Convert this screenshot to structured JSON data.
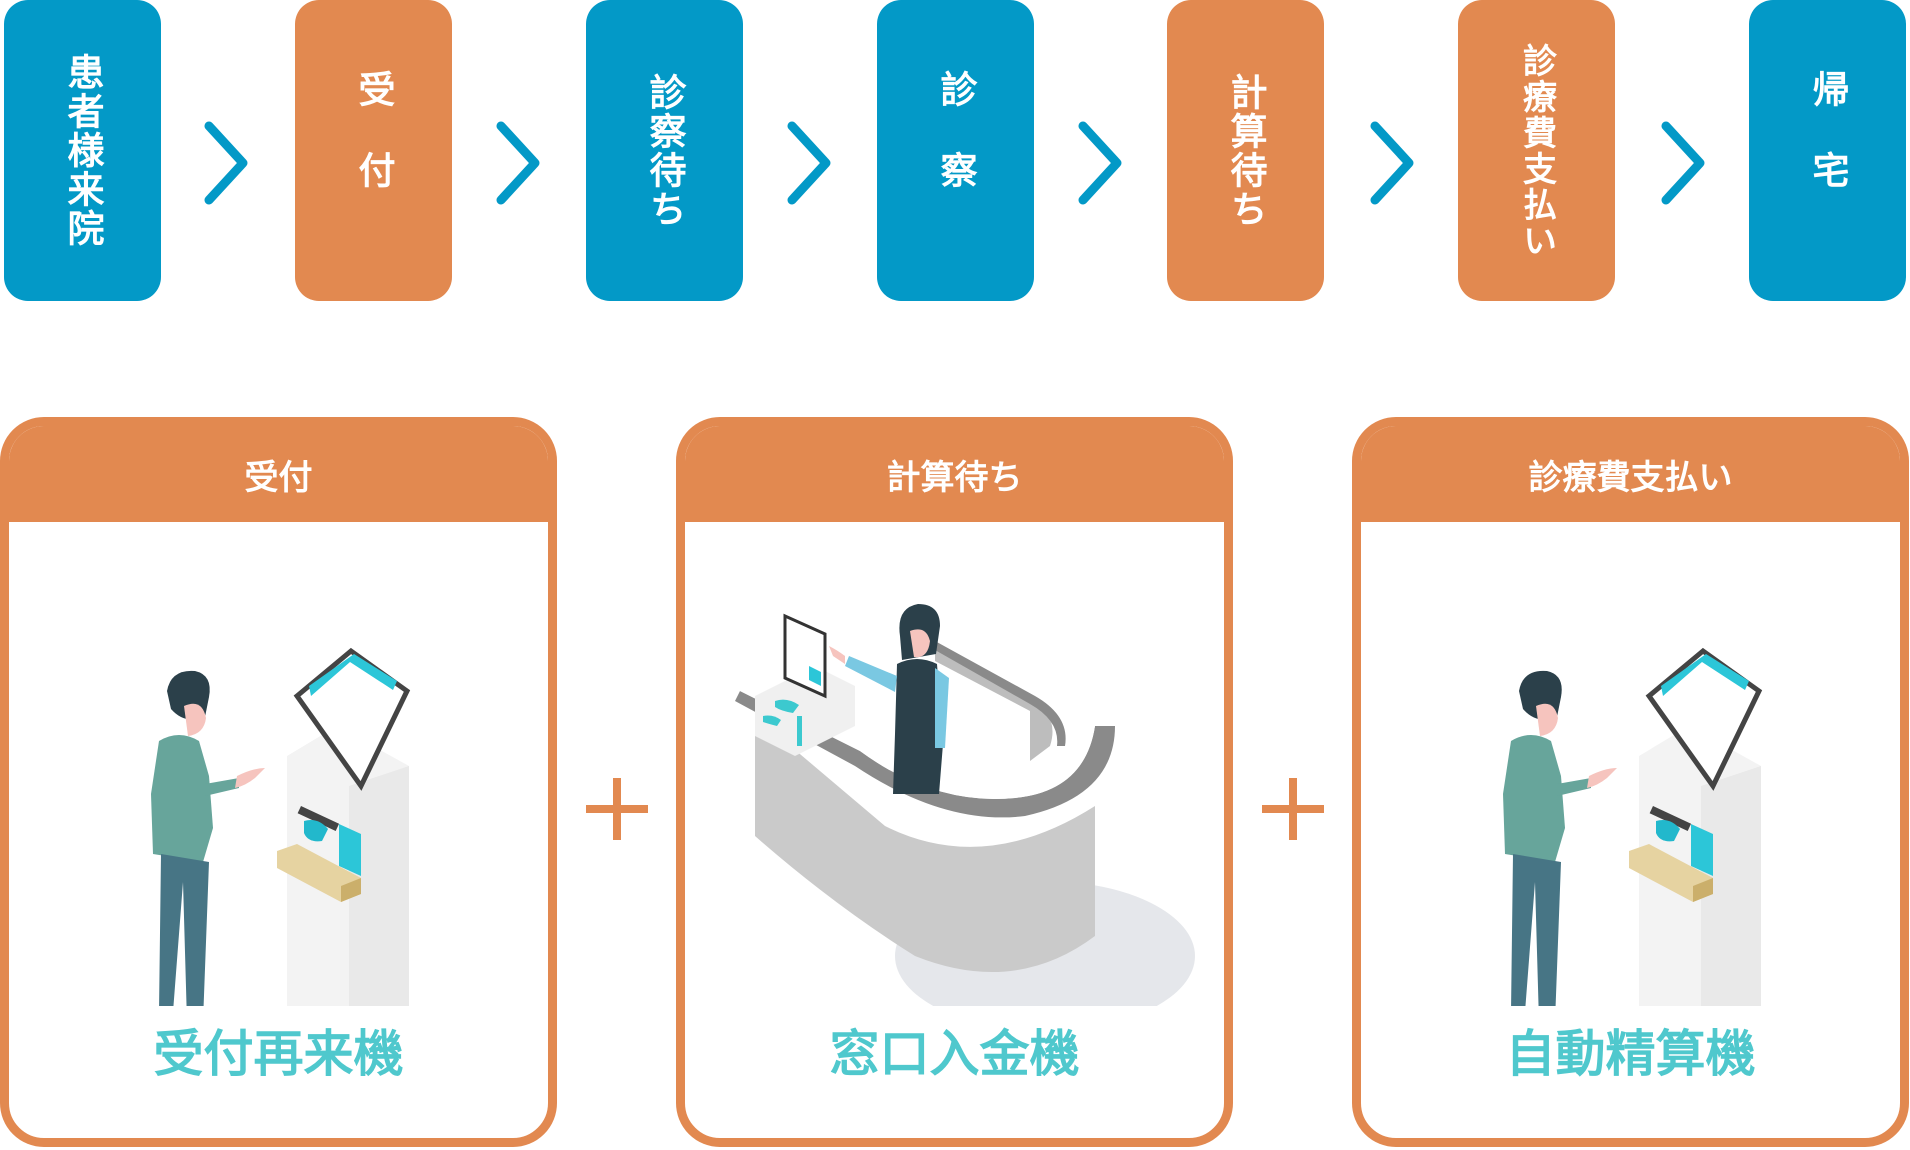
{
  "colors": {
    "blue": "#0399C7",
    "orange": "#E28950",
    "teal": "#4FC8CD"
  },
  "flow": {
    "steps": [
      {
        "label": "患者様来院",
        "color": "blue"
      },
      {
        "label": "受付",
        "color": "orange"
      },
      {
        "label": "診察待ち",
        "color": "blue"
      },
      {
        "label": "診察",
        "color": "blue"
      },
      {
        "label": "計算待ち",
        "color": "orange"
      },
      {
        "label": "診療費支払い",
        "color": "orange"
      },
      {
        "label": "帰宅",
        "color": "blue"
      }
    ],
    "connector_icon": "chevron-right-icon"
  },
  "cards": [
    {
      "header": "受付",
      "machine": "受付再来機",
      "illustration": "person-at-kiosk"
    },
    {
      "header": "計算待ち",
      "machine": "窓口入金機",
      "illustration": "receptionist-at-counter"
    },
    {
      "header": "診療費支払い",
      "machine": "自動精算機",
      "illustration": "person-at-kiosk"
    }
  ],
  "card_connector_icon": "plus-icon"
}
